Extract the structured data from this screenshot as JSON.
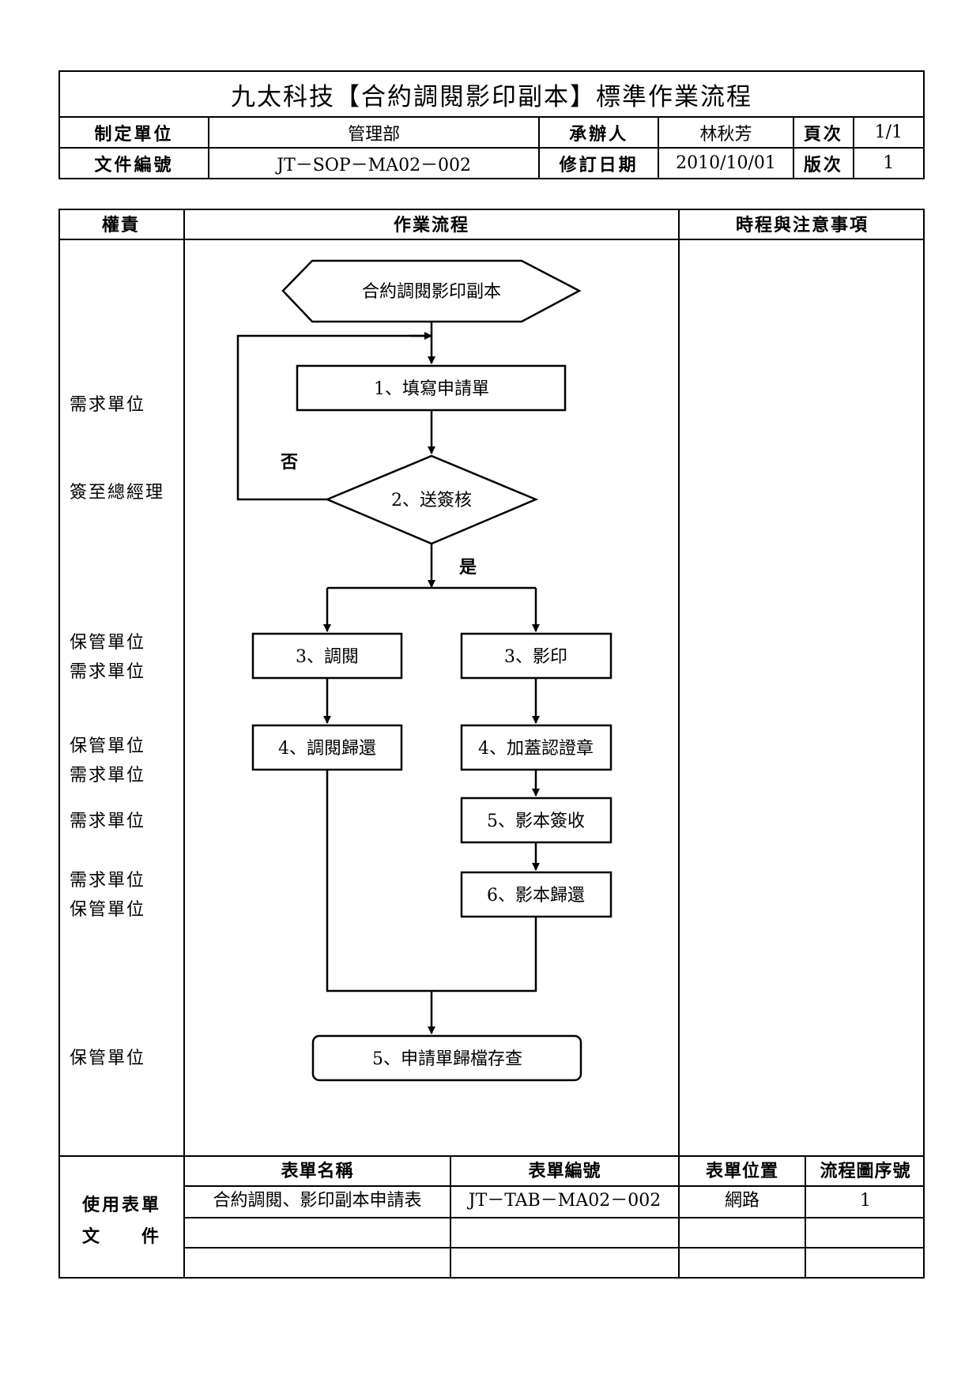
{
  "title": "九太科技【合約調閱影印副本】標準作業流程",
  "info": {
    "unit_label": "制定單位",
    "unit_value": "管理部",
    "handler_label": "承辦人",
    "handler_value": "林秋芳",
    "page_label": "頁次",
    "page_value": "1/1",
    "doc_label": "文件編號",
    "doc_value": "JT－SOP－MA02－002",
    "rev_date_label": "修訂日期",
    "rev_date_value": "2010/10/01",
    "version_label": "版次",
    "version_value": "1"
  },
  "columns": {
    "resp": "權責",
    "flow": "作業流程",
    "notes": "時程與注意事項"
  },
  "responsibilities": [
    {
      "lines": [
        "需求單位"
      ]
    },
    {
      "lines": [
        "簽至總經理"
      ]
    },
    {
      "lines": [
        "保管單位",
        "需求單位"
      ]
    },
    {
      "lines": [
        "保管單位",
        "需求單位"
      ]
    },
    {
      "lines": [
        "需求單位"
      ]
    },
    {
      "lines": [
        "需求單位",
        "保管單位"
      ]
    },
    {
      "lines": [
        "保管單位"
      ]
    }
  ],
  "flow": {
    "start": "合約調閱影印副本",
    "step1": "1、填寫申請單",
    "decision": "2、送簽核",
    "no_label": "否",
    "yes_label": "是",
    "step3a": "3、調閱",
    "step3b": "3、影印",
    "step4a": "4、調閱歸還",
    "step4b": "4、加蓋認證章",
    "step5b": "5、影本簽收",
    "step6b": "6、影本歸還",
    "final": "5、申請單歸檔存查"
  },
  "forms": {
    "section_label_1": "使用表單",
    "section_label_2": "文　　件",
    "headers": [
      "表單名稱",
      "表單編號",
      "表單位置",
      "流程圖序號"
    ],
    "rows": [
      [
        "合約調閱、影印副本申請表",
        "JT－TAB－MA02－002",
        "網路",
        "1"
      ],
      [
        "",
        "",
        "",
        ""
      ],
      [
        "",
        "",
        "",
        ""
      ]
    ]
  }
}
